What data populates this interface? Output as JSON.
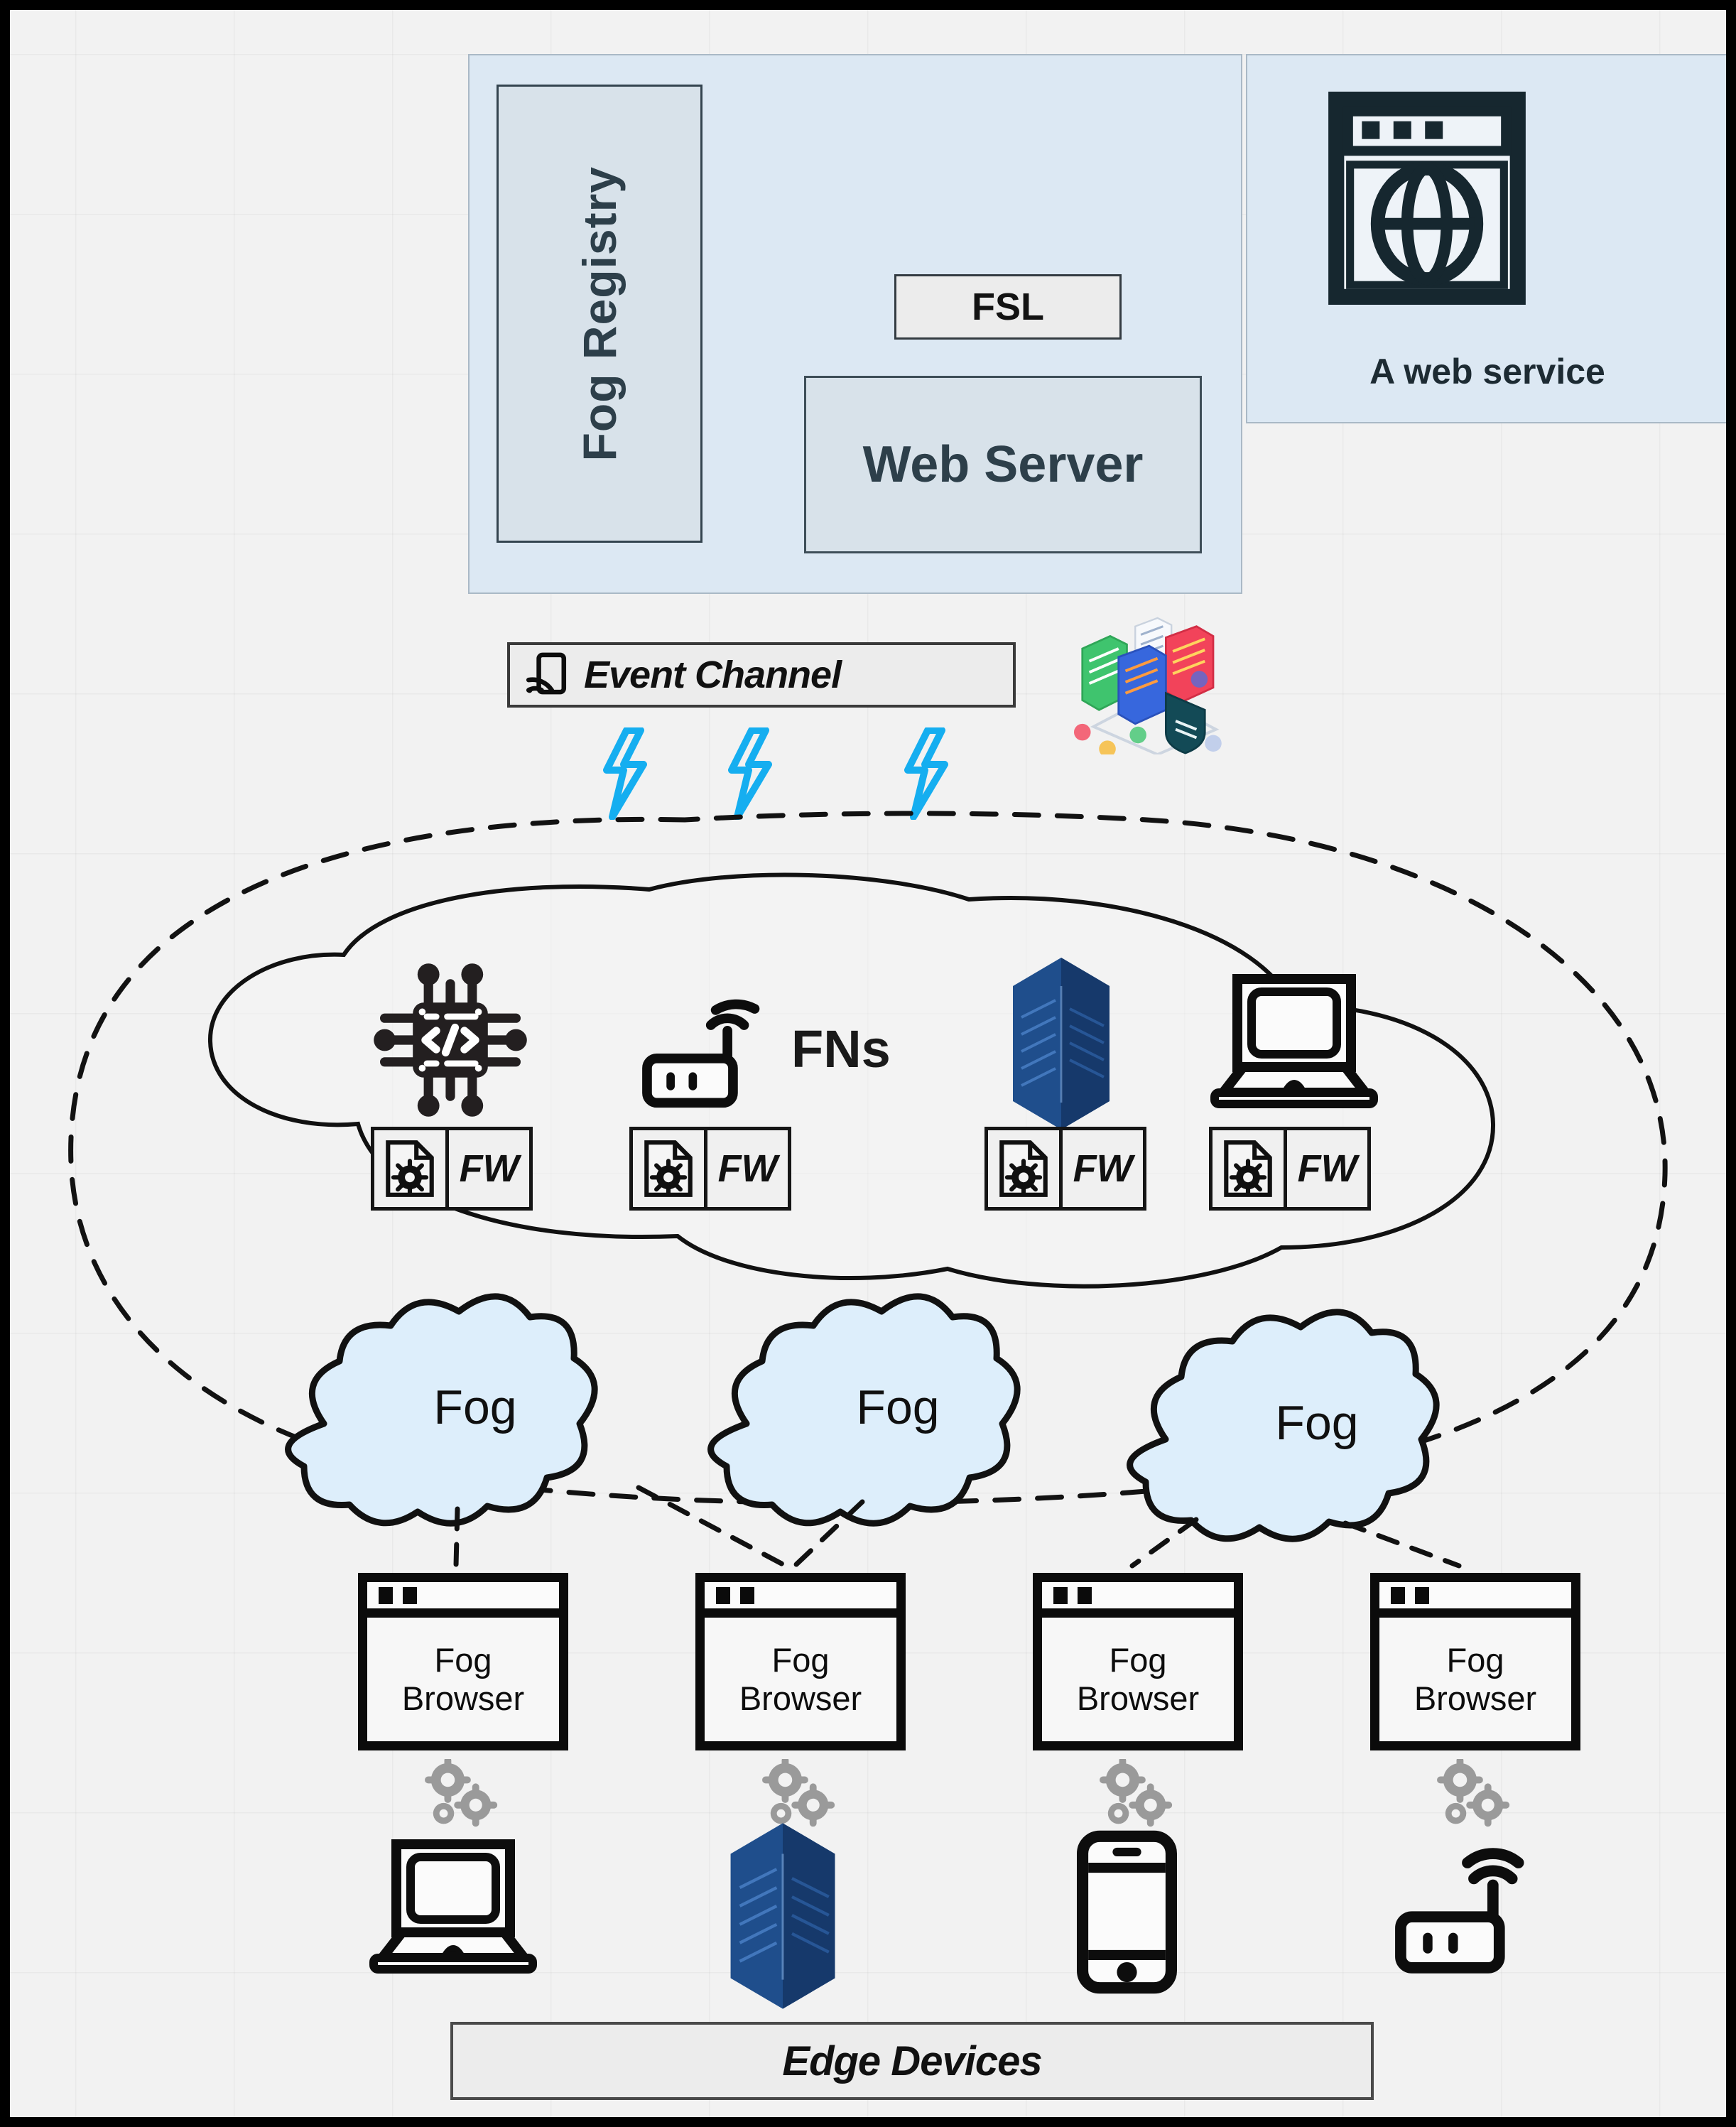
{
  "diagram": {
    "title": "Fog computing architecture with Fog Registry, Web Server, Fog Nodes and Edge Devices",
    "background_color": "#f2f2f2",
    "border_color": "#000000",
    "accent_blue": "#dce8f3",
    "bolt_color": "#15aef0",
    "server_blue": "#1f4e8c"
  },
  "cloud_layer": {
    "registry_panel": {
      "fog_registry_label": "Fog Registry",
      "fsl_label": "FSL",
      "web_server_label": "Web Server"
    },
    "web_service_panel": {
      "label": "A web service",
      "icon": "browser-globe-icon"
    }
  },
  "event_channel": {
    "label": "Event Channel",
    "icon": "cast-screen-icon",
    "bolt_icons": [
      "lightning-bolt-icon",
      "lightning-bolt-icon",
      "lightning-bolt-icon"
    ],
    "racks_icon": "server-racks-shield-icon"
  },
  "fog_nodes": {
    "label": "FNs",
    "nodes": [
      {
        "device_icon": "microchip-code-icon",
        "badge": "FW"
      },
      {
        "device_icon": "wifi-router-icon",
        "badge": "FW"
      },
      {
        "device_icon": "server-rack-icon",
        "badge": "FW"
      },
      {
        "device_icon": "laptop-icon",
        "badge": "FW"
      }
    ],
    "badge_gear_icon": "gear-document-icon"
  },
  "fog_clouds": [
    {
      "label": "Fog"
    },
    {
      "label": "Fog"
    },
    {
      "label": "Fog"
    }
  ],
  "edge_layer": {
    "browsers": [
      {
        "line1": "Fog",
        "line2": "Browser",
        "gears_icon": "gears-icon",
        "device_icon": "laptop-icon"
      },
      {
        "line1": "Fog",
        "line2": "Browser",
        "gears_icon": "gears-icon",
        "device_icon": "server-rack-icon"
      },
      {
        "line1": "Fog",
        "line2": "Browser",
        "gears_icon": "gears-icon",
        "device_icon": "smartphone-icon"
      },
      {
        "line1": "Fog",
        "line2": "Browser",
        "gears_icon": "gears-icon",
        "device_icon": "wifi-router-icon"
      }
    ],
    "footer_label": "Edge Devices"
  }
}
